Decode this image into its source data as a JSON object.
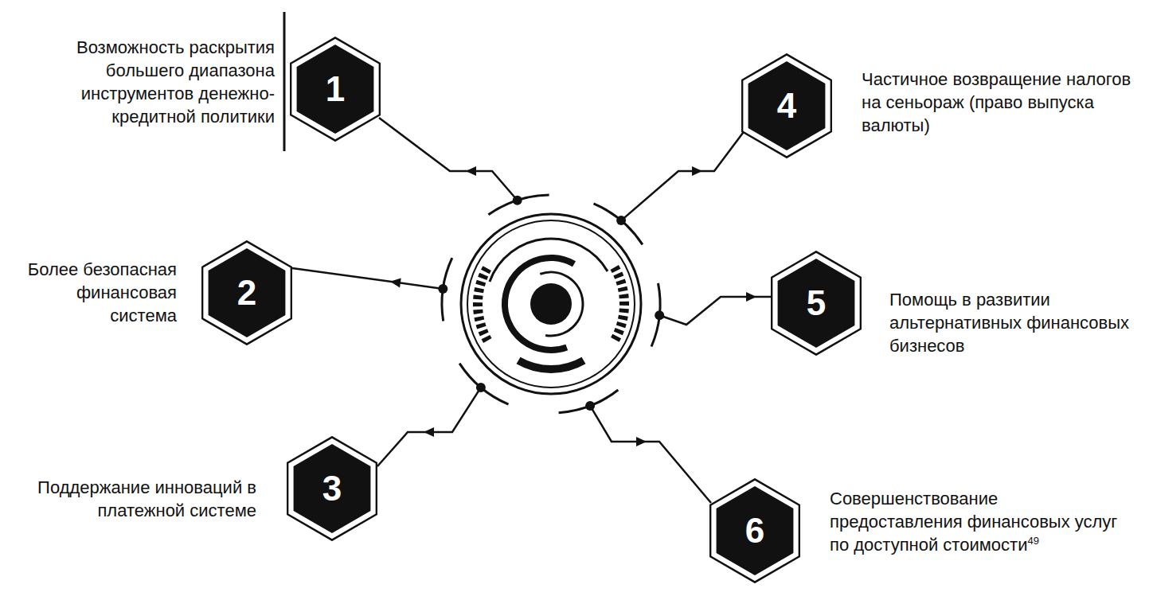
{
  "diagram": {
    "nodes": [
      {
        "text": [
          "1",
          "Возможность раскрытия большего диапазона инструментов денежно-кредитной политики"
        ]
      },
      {
        "text": [
          "2",
          "Более безопасная финансовая система"
        ]
      },
      {
        "text": [
          "3",
          "Поддержание инноваций в платежной системе"
        ]
      },
      {
        "text": [
          "4",
          "Частичное возвращение налогов на сеньораж (право выпуска валюты)"
        ]
      },
      {
        "text": [
          "5",
          "Помощь в развитии альтернативных финансовых бизнесов"
        ]
      },
      {
        "text": [
          "6",
          "Совершенствование предоставления финансовых услуг по доступной стоимости",
          "49"
        ]
      }
    ]
  }
}
